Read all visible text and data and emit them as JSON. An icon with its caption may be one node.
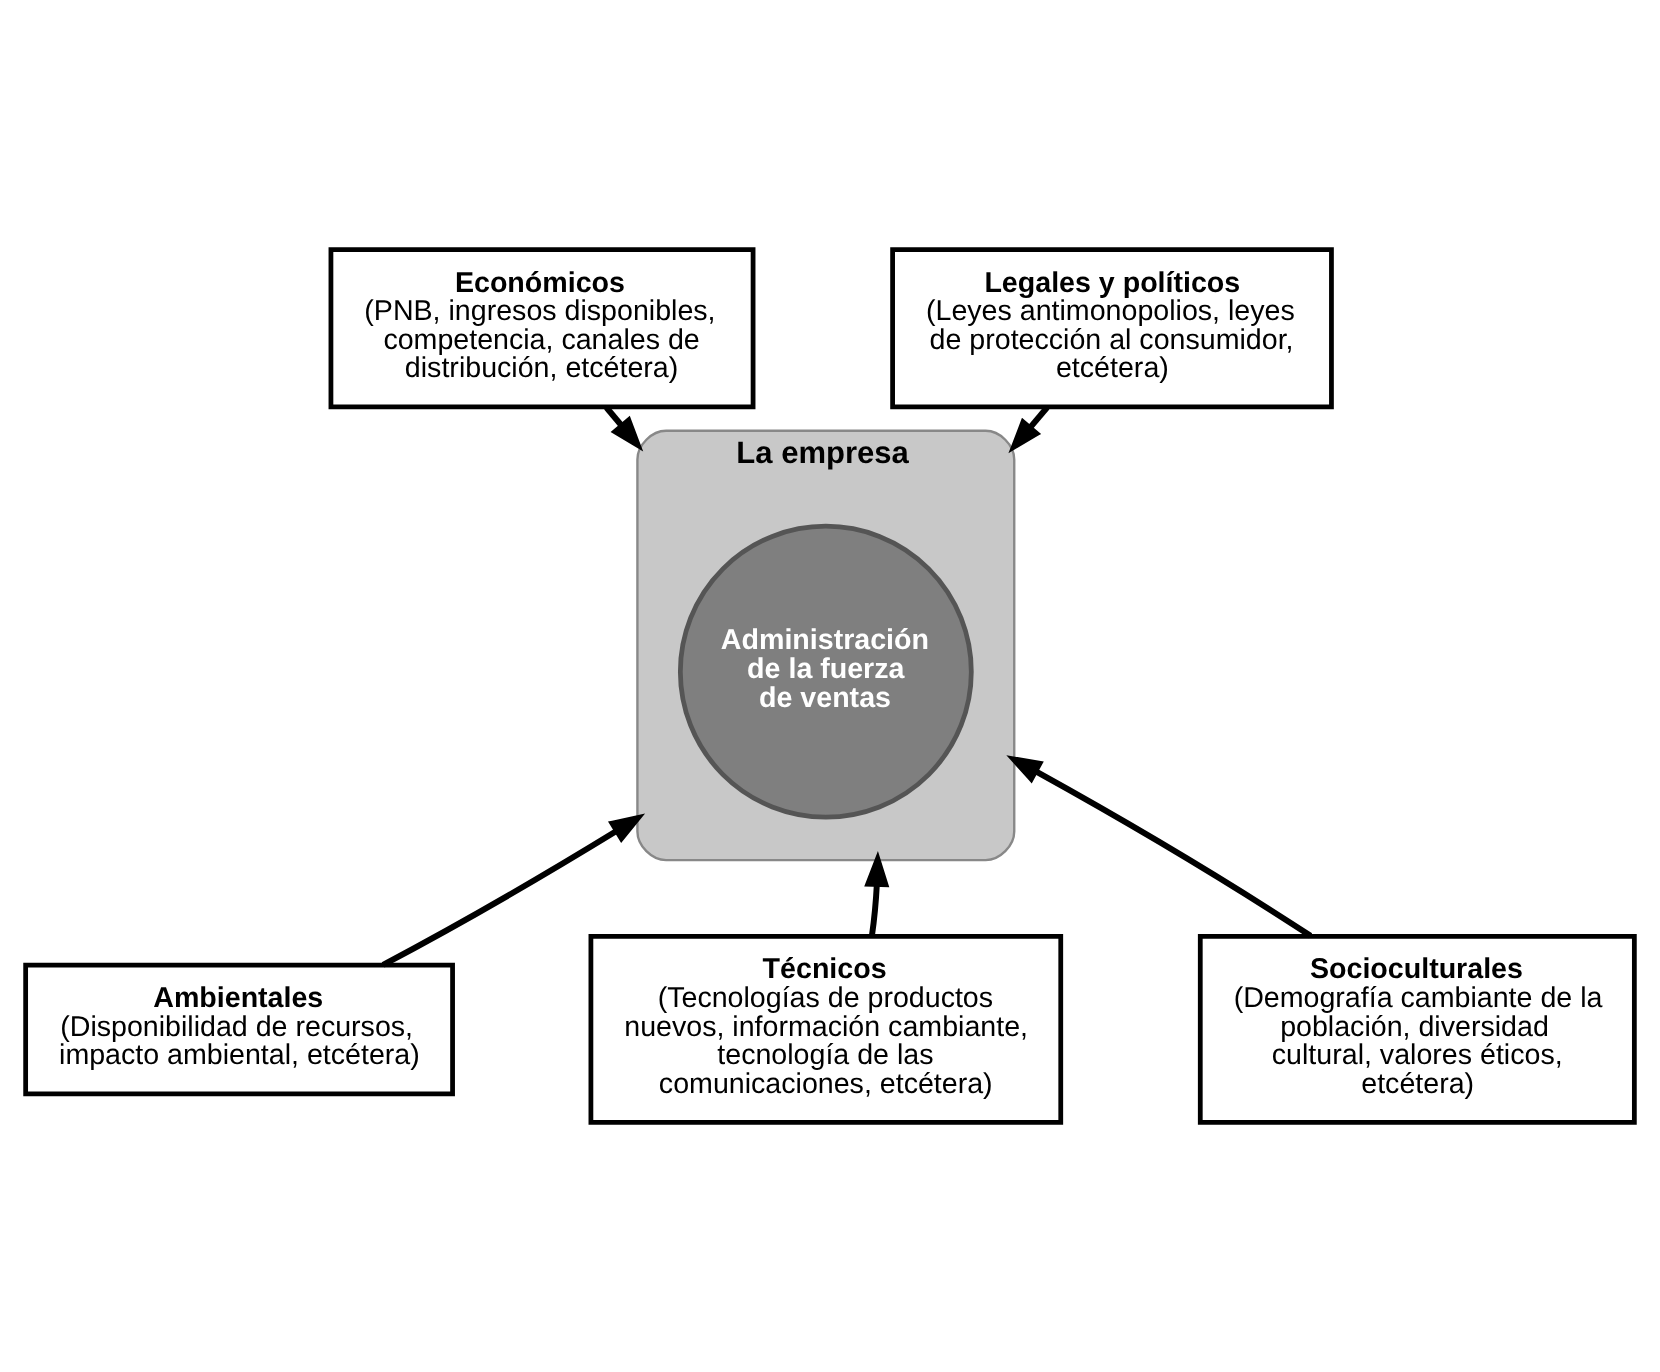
{
  "diagram": {
    "nodes": [
      {
        "text": [
          "Económicos",
          "(PNB, ingresos disponibles, competencia, canales de distribución, etcétera)"
        ]
      },
      {
        "text": [
          "Legales y políticos",
          "(Leyes antimonopolios, leyes de protección al consumidor, etcétera)"
        ]
      },
      {
        "text": [
          "La empresa"
        ]
      },
      {
        "text": [
          "Administración de la fuerza de ventas"
        ],
        "in": 2
      },
      {
        "text": [
          "Ambientales",
          "(Disponibilidad de recursos, impacto ambiental, etcétera)"
        ]
      },
      {
        "text": [
          "Técnicos",
          "(Tecnologías de productos nuevos, información cambiante, tecnología de las comunicaciones, etcétera)"
        ]
      },
      {
        "text": [
          "Socioculturales",
          "(Demografía cambiante de la población, diversidad cultural, valores éticos, etcétera)"
        ]
      }
    ],
    "edges": [
      {
        "from": 0,
        "to": 2,
        "arrow": "to"
      },
      {
        "from": 1,
        "to": 2,
        "arrow": "to"
      },
      {
        "from": 4,
        "to": 2,
        "arrow": "to"
      },
      {
        "from": 5,
        "to": 2,
        "arrow": "to"
      },
      {
        "from": 6,
        "to": 2,
        "arrow": "to"
      }
    ]
  }
}
